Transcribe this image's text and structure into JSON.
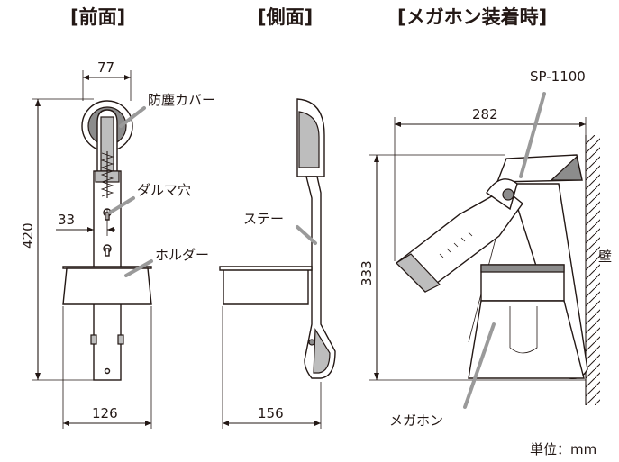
{
  "headings": {
    "front": "[前面]",
    "side": "[側面]",
    "mounted": "[メガホン装着時]"
  },
  "dimensions": {
    "front_top_width": "77",
    "front_height": "420",
    "front_offset": "33",
    "front_base_width": "126",
    "side_base_width": "156",
    "mounted_width": "282",
    "mounted_height": "333"
  },
  "labels": {
    "dust_cover": "防塵カバー",
    "daruma_hole": "ダルマ穴",
    "holder": "ホルダー",
    "stay": "ステー",
    "model": "SP-1100",
    "wall": "壁",
    "megaphone": "メガホン",
    "unit": "単位：mm"
  }
}
